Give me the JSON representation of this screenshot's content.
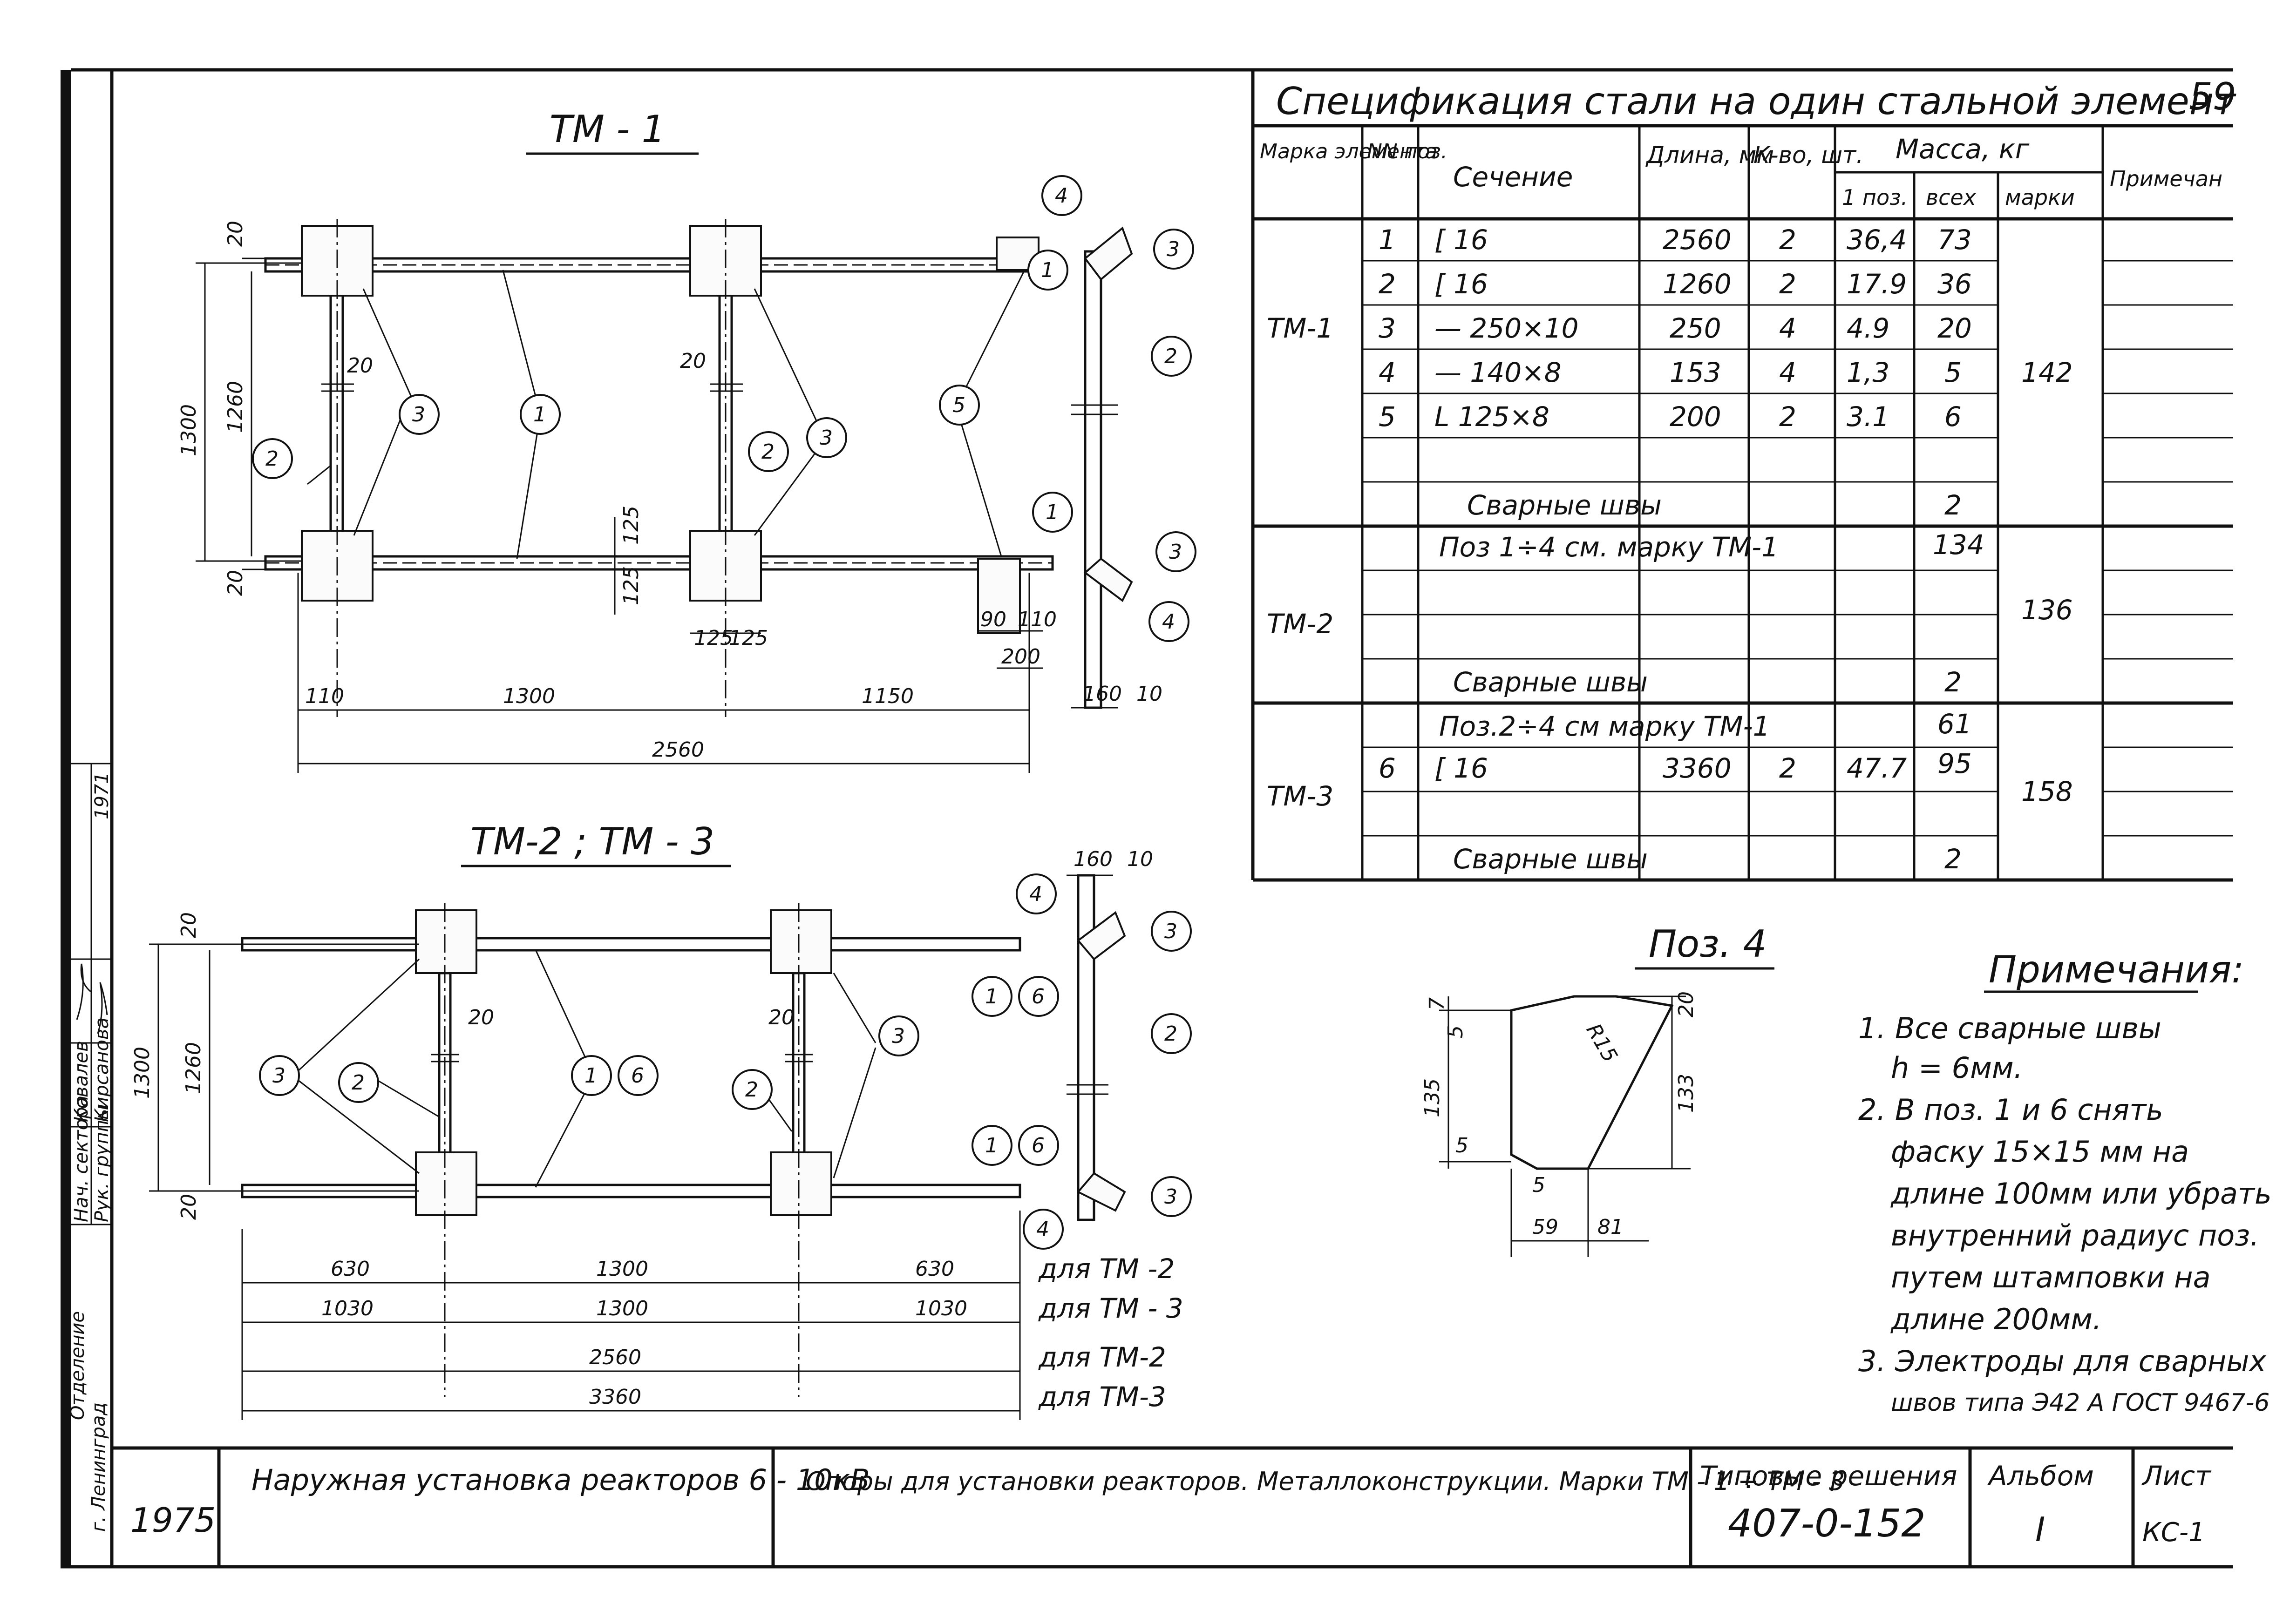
{
  "page_number": "59",
  "drawing_tm1": {
    "title": "ТМ - 1",
    "dims": {
      "d20a": "20",
      "d20b": "20",
      "d1300": "1300",
      "d1260": "1260",
      "d20c": "20",
      "d20d": "20",
      "d125a": "125",
      "d125b": "125",
      "d125c": "125",
      "d125d": "125",
      "d90": "90",
      "d110a": "110",
      "d200": "200",
      "d110b": "110",
      "d1300b": "1300",
      "d1150": "1150",
      "d2560": "2560",
      "d160": "160",
      "d10": "10"
    },
    "bubbles": [
      "1",
      "2",
      "3",
      "4",
      "5"
    ]
  },
  "drawing_tm23": {
    "title": "ТМ-2 ; ТМ - 3",
    "dims": {
      "d20a": "20",
      "d20b": "20",
      "d1300": "1300",
      "d1260": "1260",
      "d20c": "20",
      "d20d": "20",
      "d160": "160",
      "d10": "10"
    },
    "bubbles": [
      "1",
      "2",
      "3",
      "4",
      "6"
    ],
    "dim_rows": [
      {
        "a": "630",
        "b": "1300",
        "c": "630",
        "label": "для ТМ -2"
      },
      {
        "a": "1030",
        "b": "1300",
        "c": "1030",
        "label": "для ТМ - 3"
      },
      {
        "a": "2560",
        "b": "",
        "c": "",
        "label": "для ТМ-2"
      },
      {
        "a": "3360",
        "b": "",
        "c": "",
        "label": "для ТМ-3"
      }
    ]
  },
  "spec": {
    "title": "Спецификация стали на один стальной элемент",
    "headers": {
      "mark": "Марка элемента",
      "pos": "NN поз.",
      "section": "Сечение",
      "length": "Длина, мм",
      "qty": "К-во, шт.",
      "mass": "Масса, кг",
      "mass_one": "1 поз.",
      "mass_all": "всех",
      "mass_mark": "марки",
      "note": "Примечан"
    },
    "tm1": {
      "mark": "ТМ-1",
      "rows": [
        {
          "pos": "1",
          "section": "[ 16",
          "length": "2560",
          "qty": "2",
          "m1": "36,4",
          "mall": "73"
        },
        {
          "pos": "2",
          "section": "[ 16",
          "length": "1260",
          "qty": "2",
          "m1": "17.9",
          "mall": "36"
        },
        {
          "pos": "3",
          "section": "— 250×10",
          "length": "250",
          "qty": "4",
          "m1": "4.9",
          "mall": "20"
        },
        {
          "pos": "4",
          "section": "— 140×8",
          "length": "153",
          "qty": "4",
          "m1": "1,3",
          "mall": "5"
        },
        {
          "pos": "5",
          "section": "L 125×8",
          "length": "200",
          "qty": "2",
          "m1": "3.1",
          "mall": "6"
        }
      ],
      "welds": "Сварные швы",
      "welds_mass": "2",
      "mark_mass": "142"
    },
    "tm2": {
      "mark": "ТМ-2",
      "ref": "Поз 1÷4 см. марку ТМ-1",
      "ref_mass": "134",
      "welds": "Сварные швы",
      "welds_mass": "2",
      "mark_mass": "136"
    },
    "tm3": {
      "mark": "ТМ-3",
      "ref": "Поз.2÷4 см марку ТМ-1",
      "ref_mass": "61",
      "row": {
        "pos": "6",
        "section": "[ 16",
        "length": "3360",
        "qty": "2",
        "m1": "47.7",
        "mall": "95"
      },
      "welds": "Сварные швы",
      "welds_mass": "2",
      "mark_mass": "158"
    }
  },
  "pos4": {
    "title": "Поз. 4",
    "dims": {
      "d7": "7",
      "d5a": "5",
      "d135": "135",
      "d5b": "5",
      "d5c": "5",
      "d59": "59",
      "d81": "81",
      "d133": "133",
      "d20": "20",
      "r": "R15"
    }
  },
  "notes": {
    "title": "Примечания:",
    "items": [
      "1. Все сварные швы",
      "h = 6мм.",
      "2. В поз. 1 и 6 снять",
      "фаску 15×15 мм на",
      "длине 100мм или убрать",
      "внутренний радиус поз.",
      "путем штамповки на",
      "длине 200мм.",
      "3. Электроды для сварных",
      "швов типа Э42 А ГОСТ 9467-6"
    ]
  },
  "side_stamp": {
    "roles": [
      "Нач. сектора",
      "Рук. группы"
    ],
    "names": [
      "Ковалев",
      "Кирсанова"
    ],
    "year": "1971",
    "org": "Отделение",
    "city": "г. Ленинград"
  },
  "title_block": {
    "year": "1975",
    "project": "Наружная установка реакторов 6 - 10кВ",
    "sheet_title": "Опоры для установки реакторов. Металлоконструкции. Марки ТМ - 1 ÷ ТМ - 3",
    "typical_label": "Типовые решения",
    "typical_number": "407-0-152",
    "album_label": "Альбом",
    "album_value": "I",
    "sheet_label": "Лист",
    "sheet_value": "КС-1"
  }
}
